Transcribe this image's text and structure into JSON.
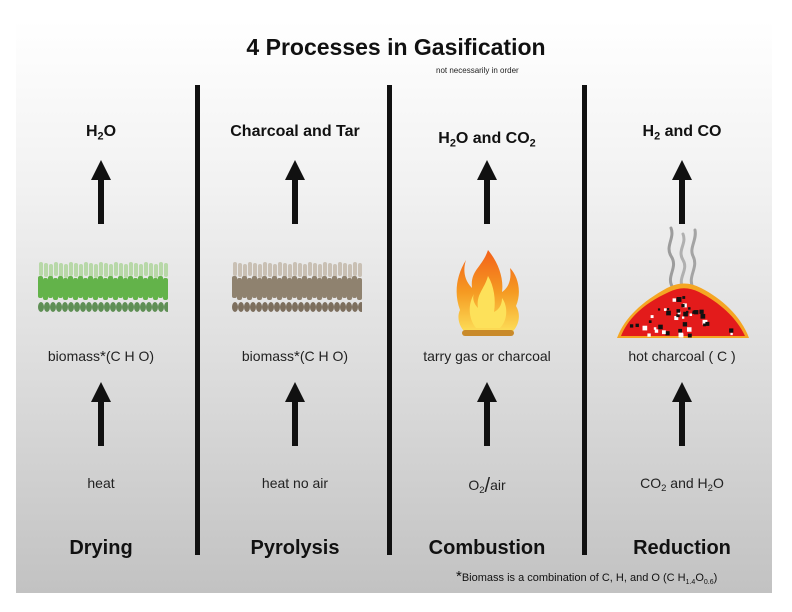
{
  "title": "4 Processes in Gasification",
  "subtitle": "not necessarily in order",
  "processes": [
    {
      "name": "Drying",
      "output": {
        "main": "H",
        "sub": "2",
        "tail": "O"
      },
      "material": {
        "text": "biomass",
        "star": "*",
        "tail": "(C H O)"
      },
      "input": {
        "text": "heat"
      },
      "illustration": "green-biomass-layer",
      "colors": {
        "top": "#b8d8a8",
        "mid": "#63b34a",
        "bottom": "#5f8f55"
      }
    },
    {
      "name": "Pyrolysis",
      "output": {
        "text": "Charcoal and Tar"
      },
      "material": {
        "text": "biomass",
        "star": "*",
        "tail": "(C H O)"
      },
      "input": {
        "text": "heat no air"
      },
      "illustration": "brown-biomass-layer",
      "colors": {
        "top": "#c9c0b4",
        "mid": "#8f826f",
        "bottom": "#7d6f5e"
      }
    },
    {
      "name": "Combustion",
      "output": {
        "pre": "H",
        "pre_sub": "2",
        "mid": "O and CO",
        "sub": "2"
      },
      "material": {
        "text": "tarry gas or charcoal"
      },
      "input": {
        "pre": "O",
        "sub": "2",
        "slash": "/",
        "tail": "air"
      },
      "illustration": "flame-icon",
      "colors": {
        "outer": "#f28a1e",
        "inner": "#fde15a",
        "base": "#c98a2a"
      }
    },
    {
      "name": "Reduction",
      "output": {
        "pre": "H",
        "sub": "2",
        "tail": " and CO"
      },
      "material": {
        "text": "hot charcoal ( C )"
      },
      "input": {
        "pre": "CO",
        "sub": "2",
        "mid": " and H",
        "sub2": "2",
        "tail": "O"
      },
      "illustration": "hot-charcoal-pile",
      "colors": {
        "ember": "#e31b1b",
        "glow": "#f5a623",
        "smoke": "#9c9c9c"
      }
    }
  ],
  "footnote": {
    "star": "*",
    "text": "Biomass is a combination of C, H, and O (C  H",
    "sub1": "1.4",
    "o": "O",
    "sub2": "0.6",
    "close": ")"
  }
}
